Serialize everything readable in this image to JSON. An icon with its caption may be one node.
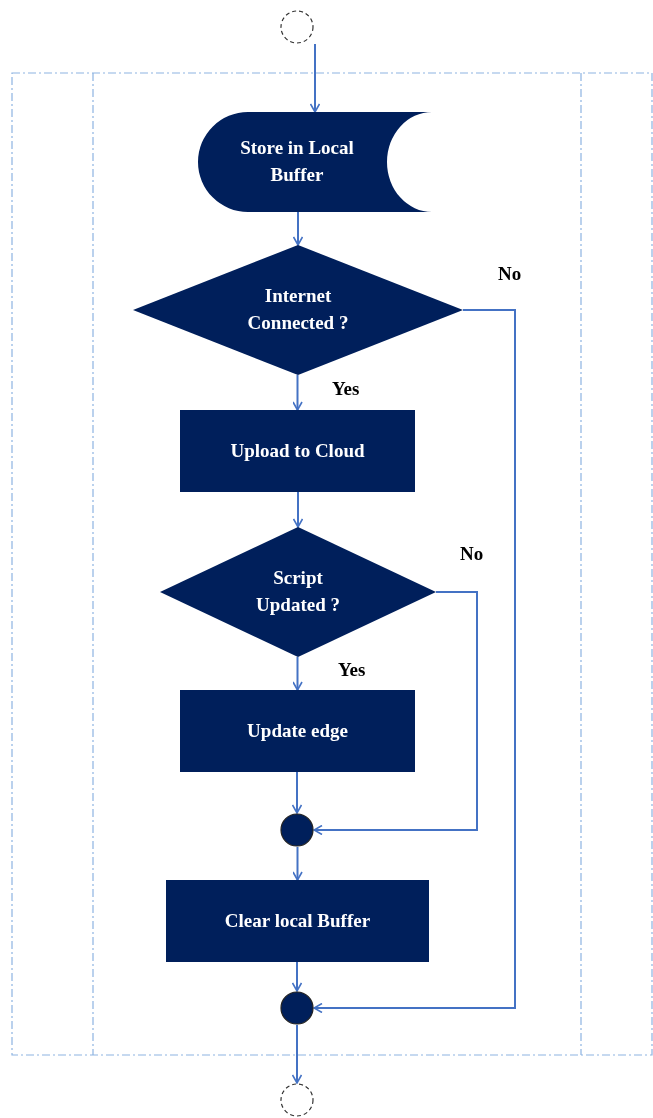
{
  "diagram": {
    "nodes": [
      {
        "text": [],
        "shape": "circle"
      },
      {
        "text": [
          "Store in Local Buffer"
        ]
      },
      {
        "text": [
          "Internet Connected ?"
        ]
      },
      {
        "text": [
          "Upload to Cloud"
        ]
      },
      {
        "text": [
          "Script Updated ?"
        ]
      },
      {
        "text": [
          "Update edge"
        ]
      },
      {
        "text": [],
        "shape": "circle"
      },
      {
        "text": [
          "Clear local Buffer"
        ]
      },
      {
        "text": [],
        "shape": "circle"
      },
      {
        "text": [],
        "shape": "circle"
      }
    ],
    "edges": [
      {
        "from": 0,
        "to": 1,
        "arrow": "to"
      },
      {
        "from": 1,
        "to": 2,
        "arrow": "to"
      },
      {
        "from": 2,
        "to": 3,
        "arrow": "to",
        "label": "Yes"
      },
      {
        "from": 3,
        "to": 4,
        "arrow": "to"
      },
      {
        "from": 4,
        "to": 5,
        "arrow": "to",
        "label": "Yes"
      },
      {
        "from": 5,
        "to": 6,
        "arrow": "to"
      },
      {
        "from": 4,
        "to": 6,
        "arrow": "to",
        "label": "No"
      },
      {
        "from": 6,
        "to": 7,
        "arrow": "to"
      },
      {
        "from": 7,
        "to": 8,
        "arrow": "to"
      },
      {
        "from": 2,
        "to": 8,
        "arrow": "to",
        "label": "No"
      },
      {
        "from": 8,
        "to": 9,
        "arrow": "to"
      }
    ]
  }
}
